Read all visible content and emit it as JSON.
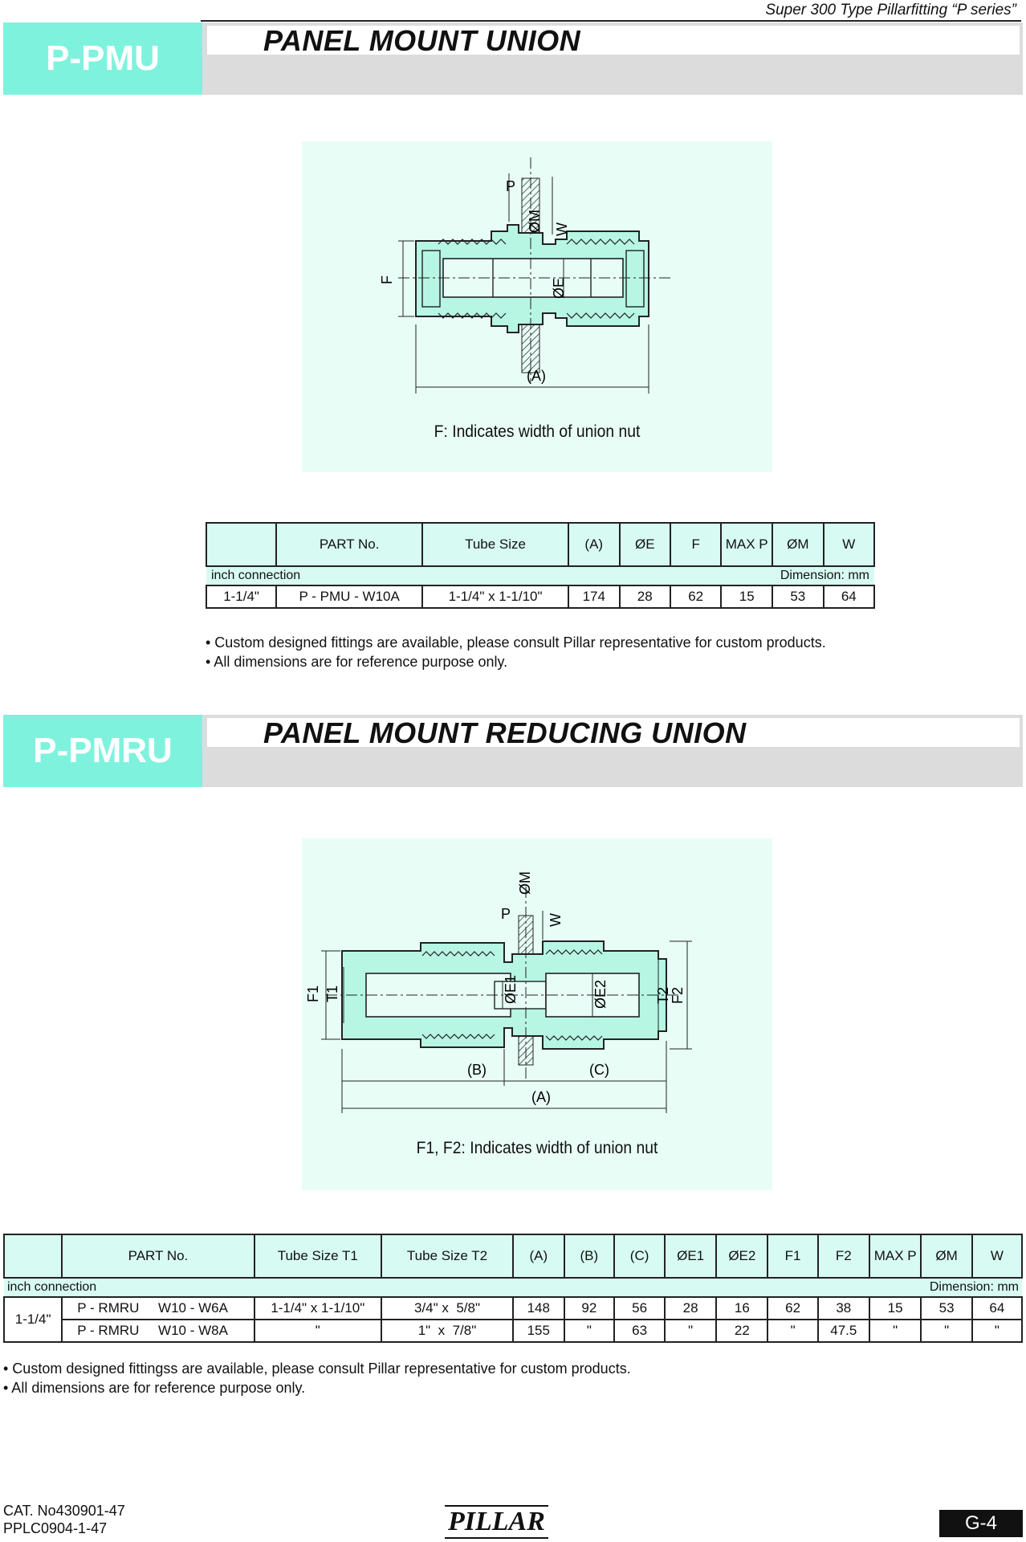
{
  "header": {
    "series": "Super 300 Type Pillarfitting “P series”"
  },
  "section1": {
    "code": "P-PMU",
    "title": "PANEL  MOUNT  UNION",
    "labels": {
      "p": "P",
      "m": "ØM",
      "w": "W",
      "e": "ØE",
      "f": "F",
      "a": "(A)"
    },
    "caption": "F: Indicates width of union nut",
    "table": {
      "headers": [
        "",
        "PART No.",
        "Tube Size",
        "(A)",
        "ØE",
        "F",
        "MAX P",
        "ØM",
        "W"
      ],
      "connection_label": "inch connection",
      "dimension_label": "Dimension: mm",
      "rows": [
        [
          "1-1/4\"",
          "P - PMU - W10A",
          "1-1/4\" x 1-1/10\"",
          "174",
          "28",
          "62",
          "15",
          "53",
          "64"
        ]
      ]
    },
    "notes": [
      "• Custom designed fittings are available, please consult Pillar representative for custom products.",
      "• All dimensions are for reference purpose only."
    ]
  },
  "section2": {
    "code": "P-PMRU",
    "title": "PANEL  MOUNT  REDUCING  UNION",
    "labels": {
      "p": "P",
      "m": "ØM",
      "w": "W",
      "e1": "ØE1",
      "e2": "ØE2",
      "f1": "F1",
      "t1": "T1",
      "t2": "T2",
      "f2": "F2",
      "b": "(B)",
      "c": "(C)",
      "a": "(A)"
    },
    "caption": "F1, F2: Indicates width of union nut",
    "table": {
      "headers": [
        "",
        "PART No.",
        "Tube Size T1",
        "Tube Size T2",
        "(A)",
        "(B)",
        "(C)",
        "ØE1",
        "ØE2",
        "F1",
        "F2",
        "MAX P",
        "ØM",
        "W"
      ],
      "connection_label": "inch connection",
      "dimension_label": "Dimension: mm",
      "size": "1-1/4\"",
      "rows": [
        [
          "P - RMRU     W10 - W6A",
          "1-1/4\" x 1-1/10\"",
          "3/4\" x  5/8\"",
          "148",
          "92",
          "56",
          "28",
          "16",
          "62",
          "38",
          "15",
          "53",
          "64"
        ],
        [
          "P - RMRU     W10 - W8A",
          "\"",
          "1\"  x  7/8\"",
          "155",
          "\"",
          "63",
          "\"",
          "22",
          "\"",
          "47.5",
          "\"",
          "\"",
          "\""
        ]
      ]
    },
    "notes": [
      "• Custom designed fittingss are available, please consult Pillar representative for custom products.",
      "• All dimensions are for reference purpose only."
    ]
  },
  "footer": {
    "cat_no": "CAT. No430901-47",
    "doc_no": "PPLC0904-1-47",
    "logo": "PILLAR",
    "page": "G-4"
  }
}
